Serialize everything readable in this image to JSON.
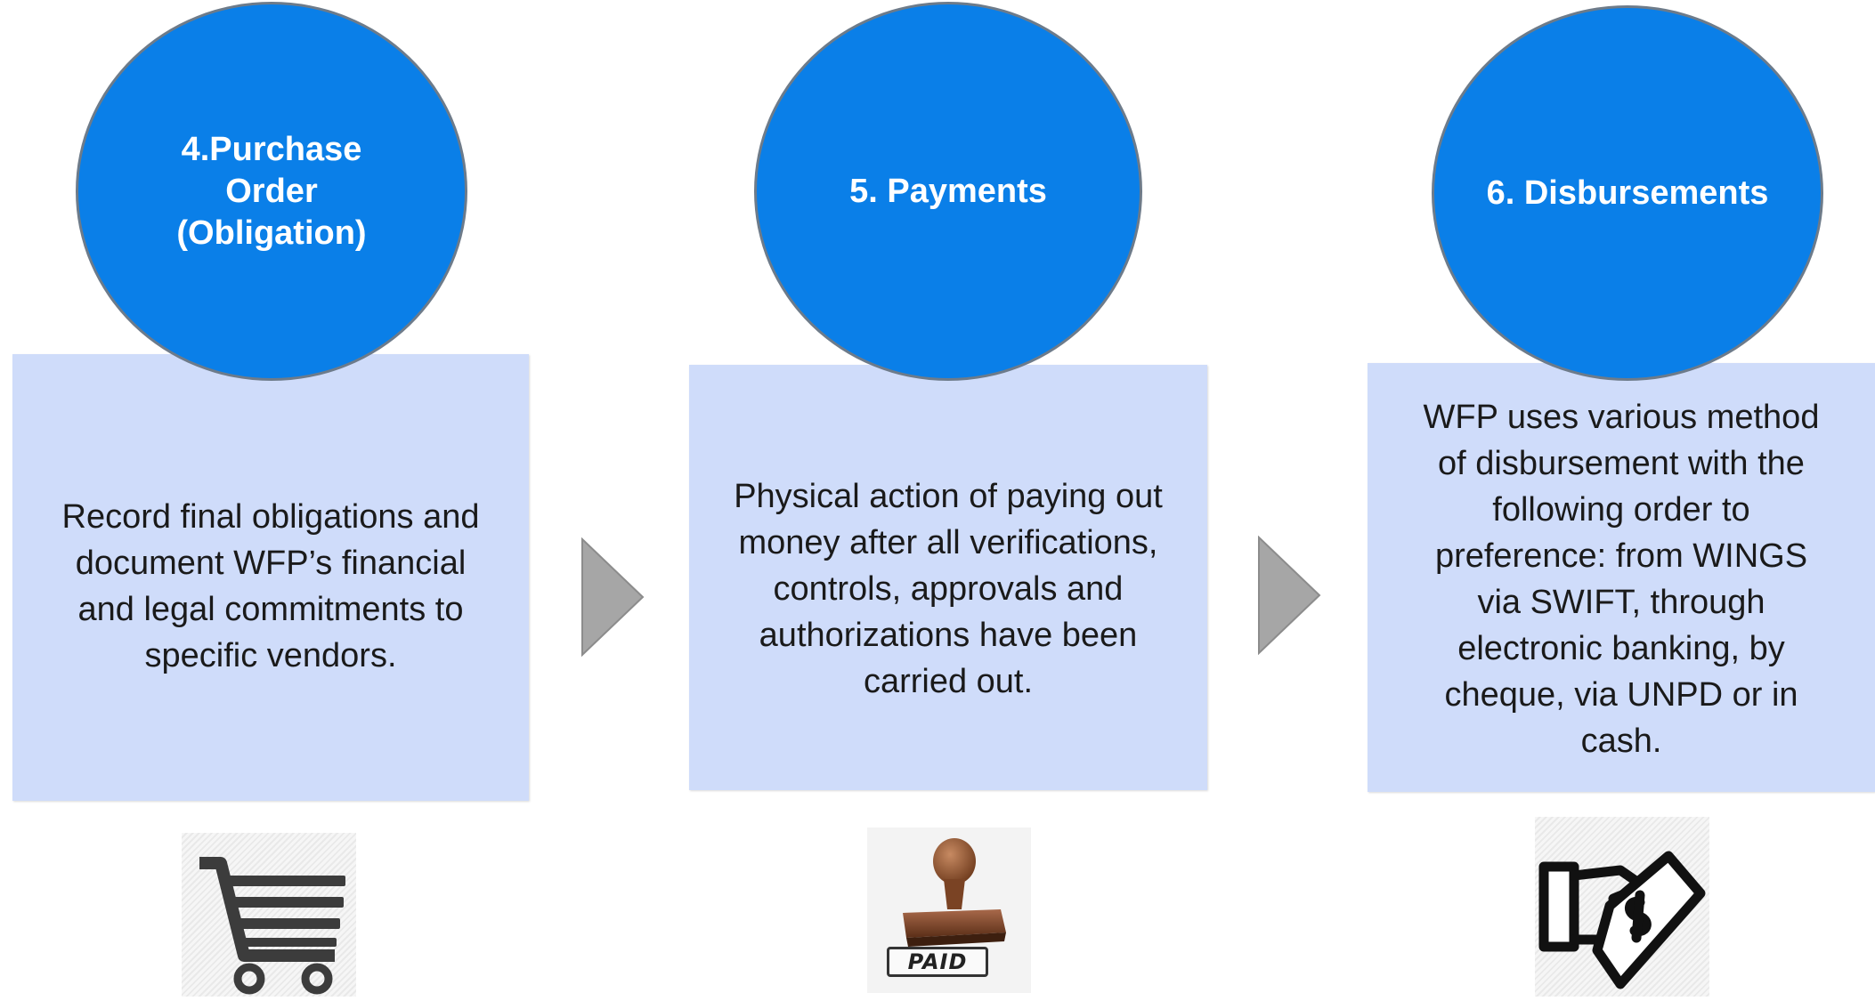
{
  "steps": [
    {
      "title_lines": [
        "4.Purchase",
        "Order",
        "(Obligation)"
      ],
      "description_lines": [
        "Record final obligations and",
        "document WFP’s financial",
        "and legal commitments to",
        "specific vendors."
      ],
      "icon": "shopping-cart-icon"
    },
    {
      "title_lines": [
        "5. Payments"
      ],
      "description_lines": [
        "Physical action of paying out",
        "money after all verifications,",
        "controls, approvals and",
        "authorizations have been",
        "carried out."
      ],
      "icon": "paid-stamp-icon",
      "icon_label": "PAID"
    },
    {
      "title_lines": [
        "6. Disbursements"
      ],
      "description_lines": [
        "WFP uses various method",
        "of disbursement with the",
        "following order to",
        "preference: from WINGS",
        "via SWIFT, through",
        "electronic banking, by",
        "cheque, via UNPD or in",
        "cash."
      ],
      "icon": "money-payment-icon"
    }
  ],
  "colors": {
    "circle_fill": "#0a7fe8",
    "circle_border": "#6d7b8a",
    "box_fill": "#cfdcfa",
    "arrow": "#a6a6a6"
  }
}
